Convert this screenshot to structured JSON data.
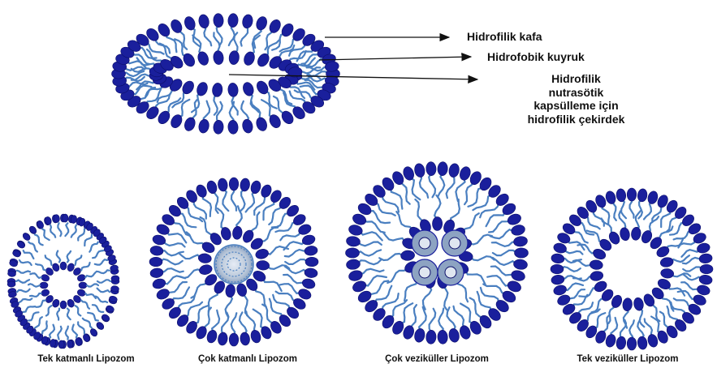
{
  "diagram": {
    "colors": {
      "head": "#1a1f9c",
      "head_edge": "#0c0f6a",
      "tail": "#4a7fc0",
      "inner_core": "#b9c7d9",
      "vesicle_fill": "#8da3c2",
      "arrow": "#111111"
    },
    "labels": {
      "hydrophilic_head": "Hidrofilik kafa",
      "hydrophobic_tail": "Hidrofobik kuyruk",
      "core_line1": "Hidrofilik",
      "core_line2": "nutrasötik",
      "core_line3": "kapsülleme için",
      "core_line4": "hidrofilik çekirdek"
    },
    "captions": {
      "unilamellar": "Tek katmanlı Lipozom",
      "multilamellar": "Çok katmanlı Lipozom",
      "multivesicular": "Çok veziküller Lipozom",
      "univesicular": "Tek veziküller Lipozom"
    },
    "icons": {
      "liposome_main": "liposome-cross-section-icon",
      "arrow": "arrow-right-icon"
    }
  }
}
